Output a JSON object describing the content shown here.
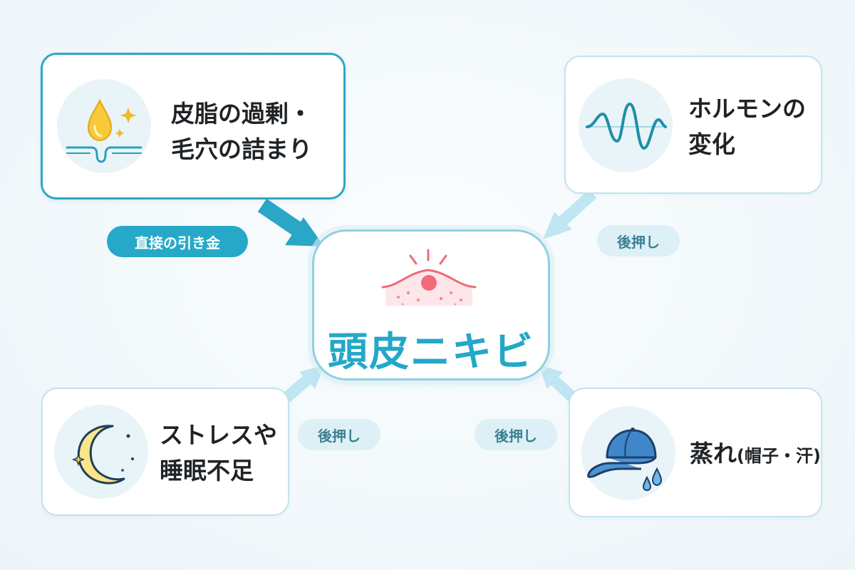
{
  "center": {
    "title": "頭皮ニキビ"
  },
  "causes": {
    "sebum": {
      "line1": "皮脂の過剰・",
      "line2": "毛穴の詰まり",
      "icon": "oil-drop-pore-icon"
    },
    "hormone": {
      "line1": "ホルモンの",
      "line2": "変化",
      "icon": "hormone-wave-icon"
    },
    "stress": {
      "line1": "ストレスや",
      "line2": "睡眠不足",
      "icon": "moon-star-icon"
    },
    "humidity": {
      "line1": "蒸れ",
      "line1_small": "(帽子・汗)",
      "icon": "cap-sweat-icon"
    }
  },
  "relations": {
    "sebum": "直接の引き金",
    "hormone": "後押し",
    "stress": "後押し",
    "humidity": "後押し"
  },
  "colors": {
    "primary": "#26a9c9",
    "soft_pill": "#dcf0f6",
    "soft_arrow": "#bfe6f2",
    "inflammation": "#ef6b7a"
  }
}
